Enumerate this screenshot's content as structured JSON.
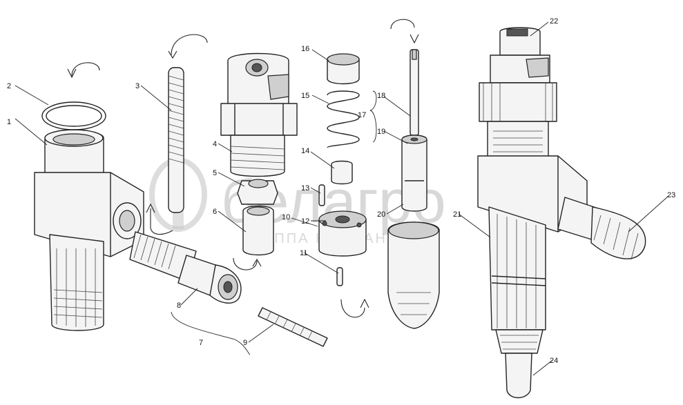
{
  "callouts": [
    {
      "label": "1"
    },
    {
      "label": "2"
    },
    {
      "label": "3"
    },
    {
      "label": "4"
    },
    {
      "label": "5"
    },
    {
      "label": "6"
    },
    {
      "label": "7"
    },
    {
      "label": "8"
    },
    {
      "label": "9"
    },
    {
      "label": "10"
    },
    {
      "label": "11"
    },
    {
      "label": "12"
    },
    {
      "label": "13"
    },
    {
      "label": "14"
    },
    {
      "label": "15"
    },
    {
      "label": "16"
    },
    {
      "label": "17"
    },
    {
      "label": "18"
    },
    {
      "label": "19"
    },
    {
      "label": "20"
    },
    {
      "label": "21"
    },
    {
      "label": "22"
    },
    {
      "label": "23"
    },
    {
      "label": "24"
    }
  ],
  "watermark": {
    "brand": "белагро",
    "subtitle": "ГРУППА КОМПАНИЙ"
  },
  "colors": {
    "line": "#222222",
    "watermark": "#b9b9b9",
    "background": "#ffffff"
  }
}
